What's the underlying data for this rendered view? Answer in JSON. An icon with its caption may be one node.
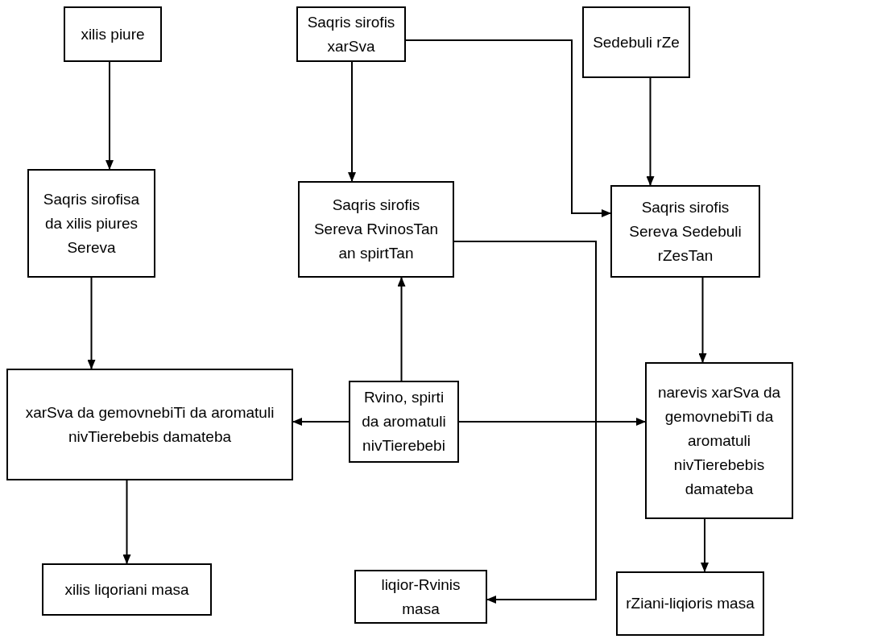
{
  "diagram": {
    "nodes": [
      {
        "text": [
          "xilis piure"
        ]
      },
      {
        "text": [
          "Saqris sirofis xarSva"
        ]
      },
      {
        "text": [
          "Sedebuli rZe"
        ]
      },
      {
        "text": [
          "Saqris sirofisa da xilis piures Sereva"
        ]
      },
      {
        "text": [
          "Saqris sirofis Sereva RvinosTan an spirtTan"
        ]
      },
      {
        "text": [
          "Saqris sirofis Sereva Sedebuli rZesTan"
        ]
      },
      {
        "text": [
          "xarSva da gemovnebiTi da aromatuli nivTierebebis damateba"
        ]
      },
      {
        "text": [
          "Rvino, spirti da aromatuli nivTierebebi"
        ]
      },
      {
        "text": [
          "narevis xarSva da gemovnebiTi da aromatuli nivTierebebis damateba"
        ]
      },
      {
        "text": [
          "xilis liqoriani masa"
        ]
      },
      {
        "text": [
          "liqior-Rvinis masa"
        ]
      },
      {
        "text": [
          "rZiani-liqioris masa"
        ]
      }
    ],
    "edges": [
      {
        "from": 0,
        "to": 3,
        "arrow": "to"
      },
      {
        "from": 1,
        "to": 4,
        "arrow": "to"
      },
      {
        "from": 1,
        "to": 5,
        "arrow": "to"
      },
      {
        "from": 2,
        "to": 5,
        "arrow": "to"
      },
      {
        "from": 3,
        "to": 6,
        "arrow": "to"
      },
      {
        "from": 4,
        "to": 10,
        "arrow": "to"
      },
      {
        "from": 5,
        "to": 8,
        "arrow": "to"
      },
      {
        "from": 7,
        "to": 4,
        "arrow": "to"
      },
      {
        "from": 7,
        "to": 6,
        "arrow": "to"
      },
      {
        "from": 7,
        "to": 8,
        "arrow": "to"
      },
      {
        "from": 6,
        "to": 9,
        "arrow": "to"
      },
      {
        "from": 8,
        "to": 11,
        "arrow": "to"
      }
    ]
  }
}
